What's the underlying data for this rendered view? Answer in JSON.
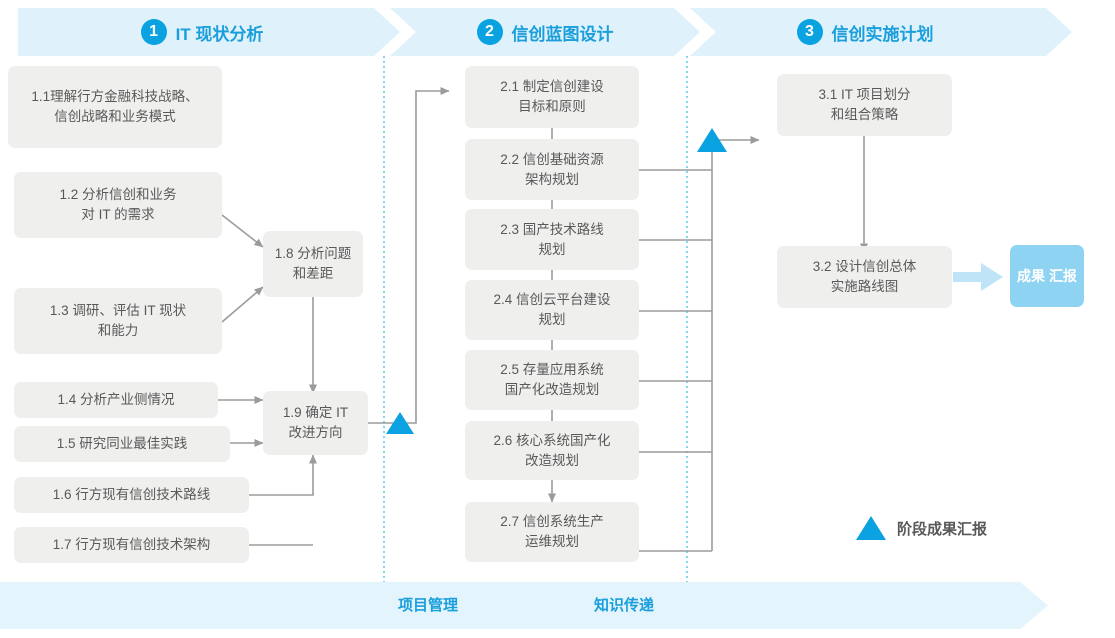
{
  "colors": {
    "accent": "#1a9fdc",
    "accent_solid": "#0aa2e0",
    "band_fill": "#dff1fb",
    "footer_fill": "#e3f4fc",
    "node_fill": "#efefee",
    "node_text": "#595959",
    "badge_fill": "#8ed3f2",
    "connector": "#9b9b9b",
    "divider": "#4fc3e8"
  },
  "phases": [
    {
      "number": "1",
      "title": "IT 现状分析"
    },
    {
      "number": "2",
      "title": "信创蓝图设计"
    },
    {
      "number": "3",
      "title": "信创实施计划"
    }
  ],
  "nodes": {
    "n11": {
      "line1": "1.1理解行方金融科技战略、",
      "line2": "信创战略和业务模式"
    },
    "n12": {
      "line1": "1.2 分析信创和业务",
      "line2": "对 IT 的需求"
    },
    "n13": {
      "line1": "1.3 调研、评估 IT 现状",
      "line2": "和能力"
    },
    "n14": {
      "line1": "1.4 分析产业侧情况",
      "line2": ""
    },
    "n15": {
      "line1": "1.5 研究同业最佳实践",
      "line2": ""
    },
    "n16": {
      "line1": "1.6 行方现有信创技术路线",
      "line2": ""
    },
    "n17": {
      "line1": "1.7 行方现有信创技术架构",
      "line2": ""
    },
    "n18": {
      "line1": "1.8 分析问题",
      "line2": "和差距"
    },
    "n19": {
      "line1": "1.9 确定 IT",
      "line2": "改进方向"
    },
    "n21": {
      "line1": "2.1 制定信创建设",
      "line2": "目标和原则"
    },
    "n22": {
      "line1": "2.2 信创基础资源",
      "line2": "架构规划"
    },
    "n23": {
      "line1": "2.3 国产技术路线",
      "line2": "规划"
    },
    "n24": {
      "line1": "2.4 信创云平台建设",
      "line2": "规划"
    },
    "n25": {
      "line1": "2.5 存量应用系统",
      "line2": "国产化改造规划"
    },
    "n26": {
      "line1": "2.6 核心系统国产化",
      "line2": "改造规划"
    },
    "n27": {
      "line1": "2.7 信创系统生产",
      "line2": "运维规划"
    },
    "n31": {
      "line1": "3.1 IT 项目划分",
      "line2": "和组合策略"
    },
    "n32": {
      "line1": "3.2 设计信创总体",
      "line2": "实施路线图"
    }
  },
  "result_badge": {
    "line1": "成果",
    "line2": "汇报"
  },
  "legend": {
    "label": "阶段成果汇报",
    "marker": "blue-triangle"
  },
  "footer": {
    "labels": [
      "项目管理",
      "知识传递"
    ]
  }
}
